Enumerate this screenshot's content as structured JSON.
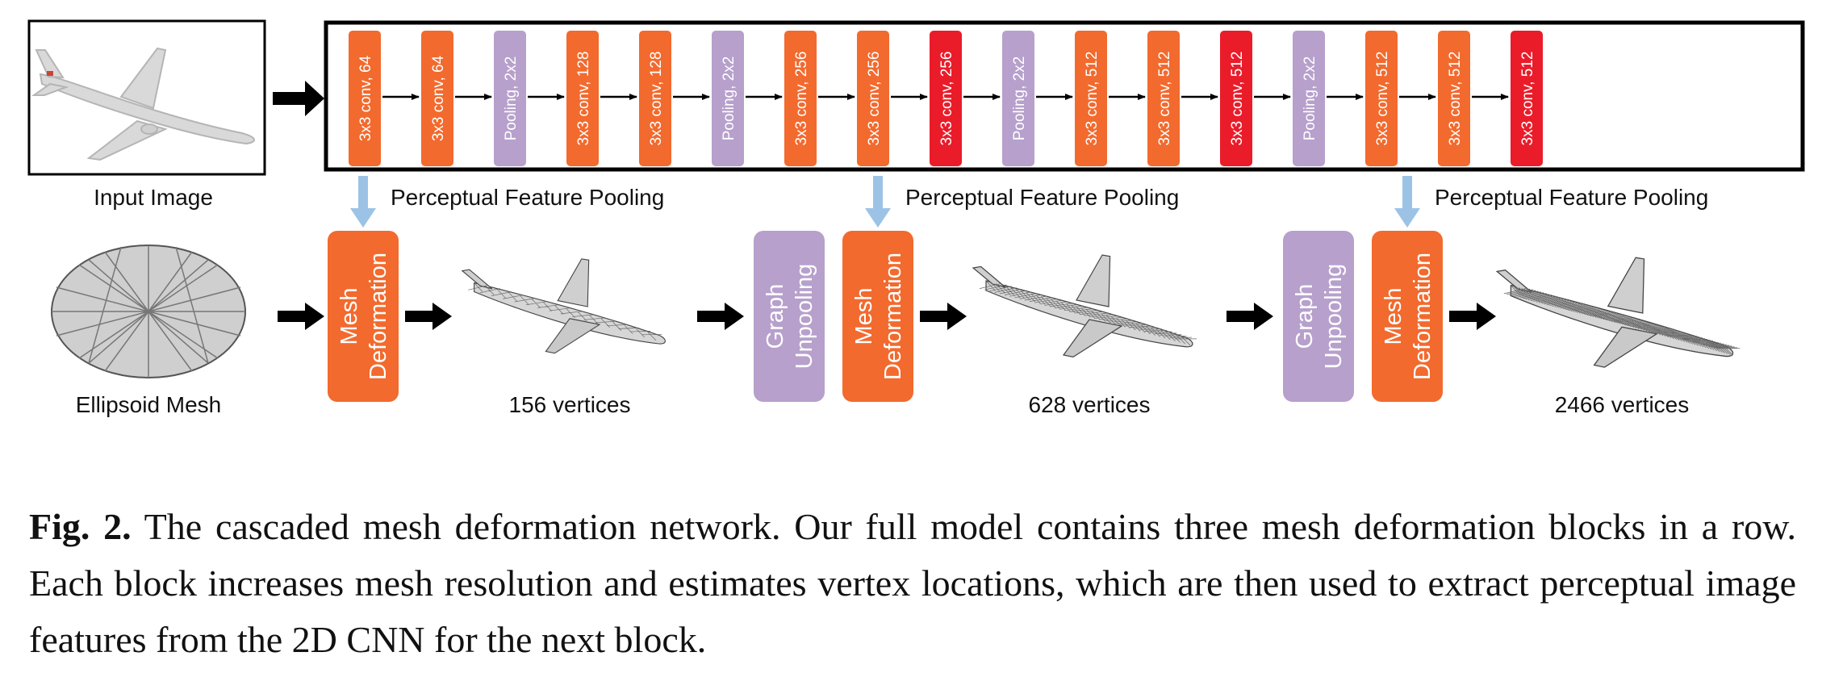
{
  "input_label": "Input Image",
  "ellipsoid_label": "Ellipsoid Mesh",
  "cnn_layers": [
    {
      "label": "3x3 conv, 64",
      "kind": "conv"
    },
    {
      "label": "3x3 conv, 64",
      "kind": "conv"
    },
    {
      "label": "Pooling, 2x2",
      "kind": "pool"
    },
    {
      "label": "3x3 conv, 128",
      "kind": "conv"
    },
    {
      "label": "3x3 conv, 128",
      "kind": "conv"
    },
    {
      "label": "Pooling, 2x2",
      "kind": "pool"
    },
    {
      "label": "3x3 conv, 256",
      "kind": "conv"
    },
    {
      "label": "3x3 conv, 256",
      "kind": "conv"
    },
    {
      "label": "3x3 conv, 256",
      "kind": "conv-out"
    },
    {
      "label": "Pooling, 2x2",
      "kind": "pool"
    },
    {
      "label": "3x3 conv, 512",
      "kind": "conv"
    },
    {
      "label": "3x3 conv, 512",
      "kind": "conv"
    },
    {
      "label": "3x3 conv, 512",
      "kind": "conv-out"
    },
    {
      "label": "Pooling, 2x2",
      "kind": "pool"
    },
    {
      "label": "3x3 conv, 512",
      "kind": "conv"
    },
    {
      "label": "3x3 conv, 512",
      "kind": "conv"
    },
    {
      "label": "3x3 conv, 512",
      "kind": "conv-out"
    }
  ],
  "pooling_label": "Perceptual Feature Pooling",
  "blocks": [
    {
      "deform_label": [
        "Mesh",
        "Deformation"
      ],
      "unpool_label": null,
      "vertices_label": "156 vertices"
    },
    {
      "deform_label": [
        "Mesh",
        "Deformation"
      ],
      "unpool_label": [
        "Graph",
        "Unpooling"
      ],
      "vertices_label": "628 vertices"
    },
    {
      "deform_label": [
        "Mesh",
        "Deformation"
      ],
      "unpool_label": [
        "Graph",
        "Unpooling"
      ],
      "vertices_label": "2466 vertices"
    }
  ],
  "caption": {
    "prefix": "Fig. 2.",
    "text": "The cascaded mesh deformation network. Our full model contains three mesh deformation blocks in a row. Each block increases mesh resolution and estimates vertex locations, which are then used to extract perceptual image features from the 2D CNN for the next block."
  },
  "colors": {
    "conv": "#f26a2e",
    "conv_out": "#ea1c2a",
    "pool": "#b7a0cc",
    "deform": "#f26a2e",
    "unpool": "#b7a0cc",
    "feature_arrow": "#9cc3e5"
  }
}
